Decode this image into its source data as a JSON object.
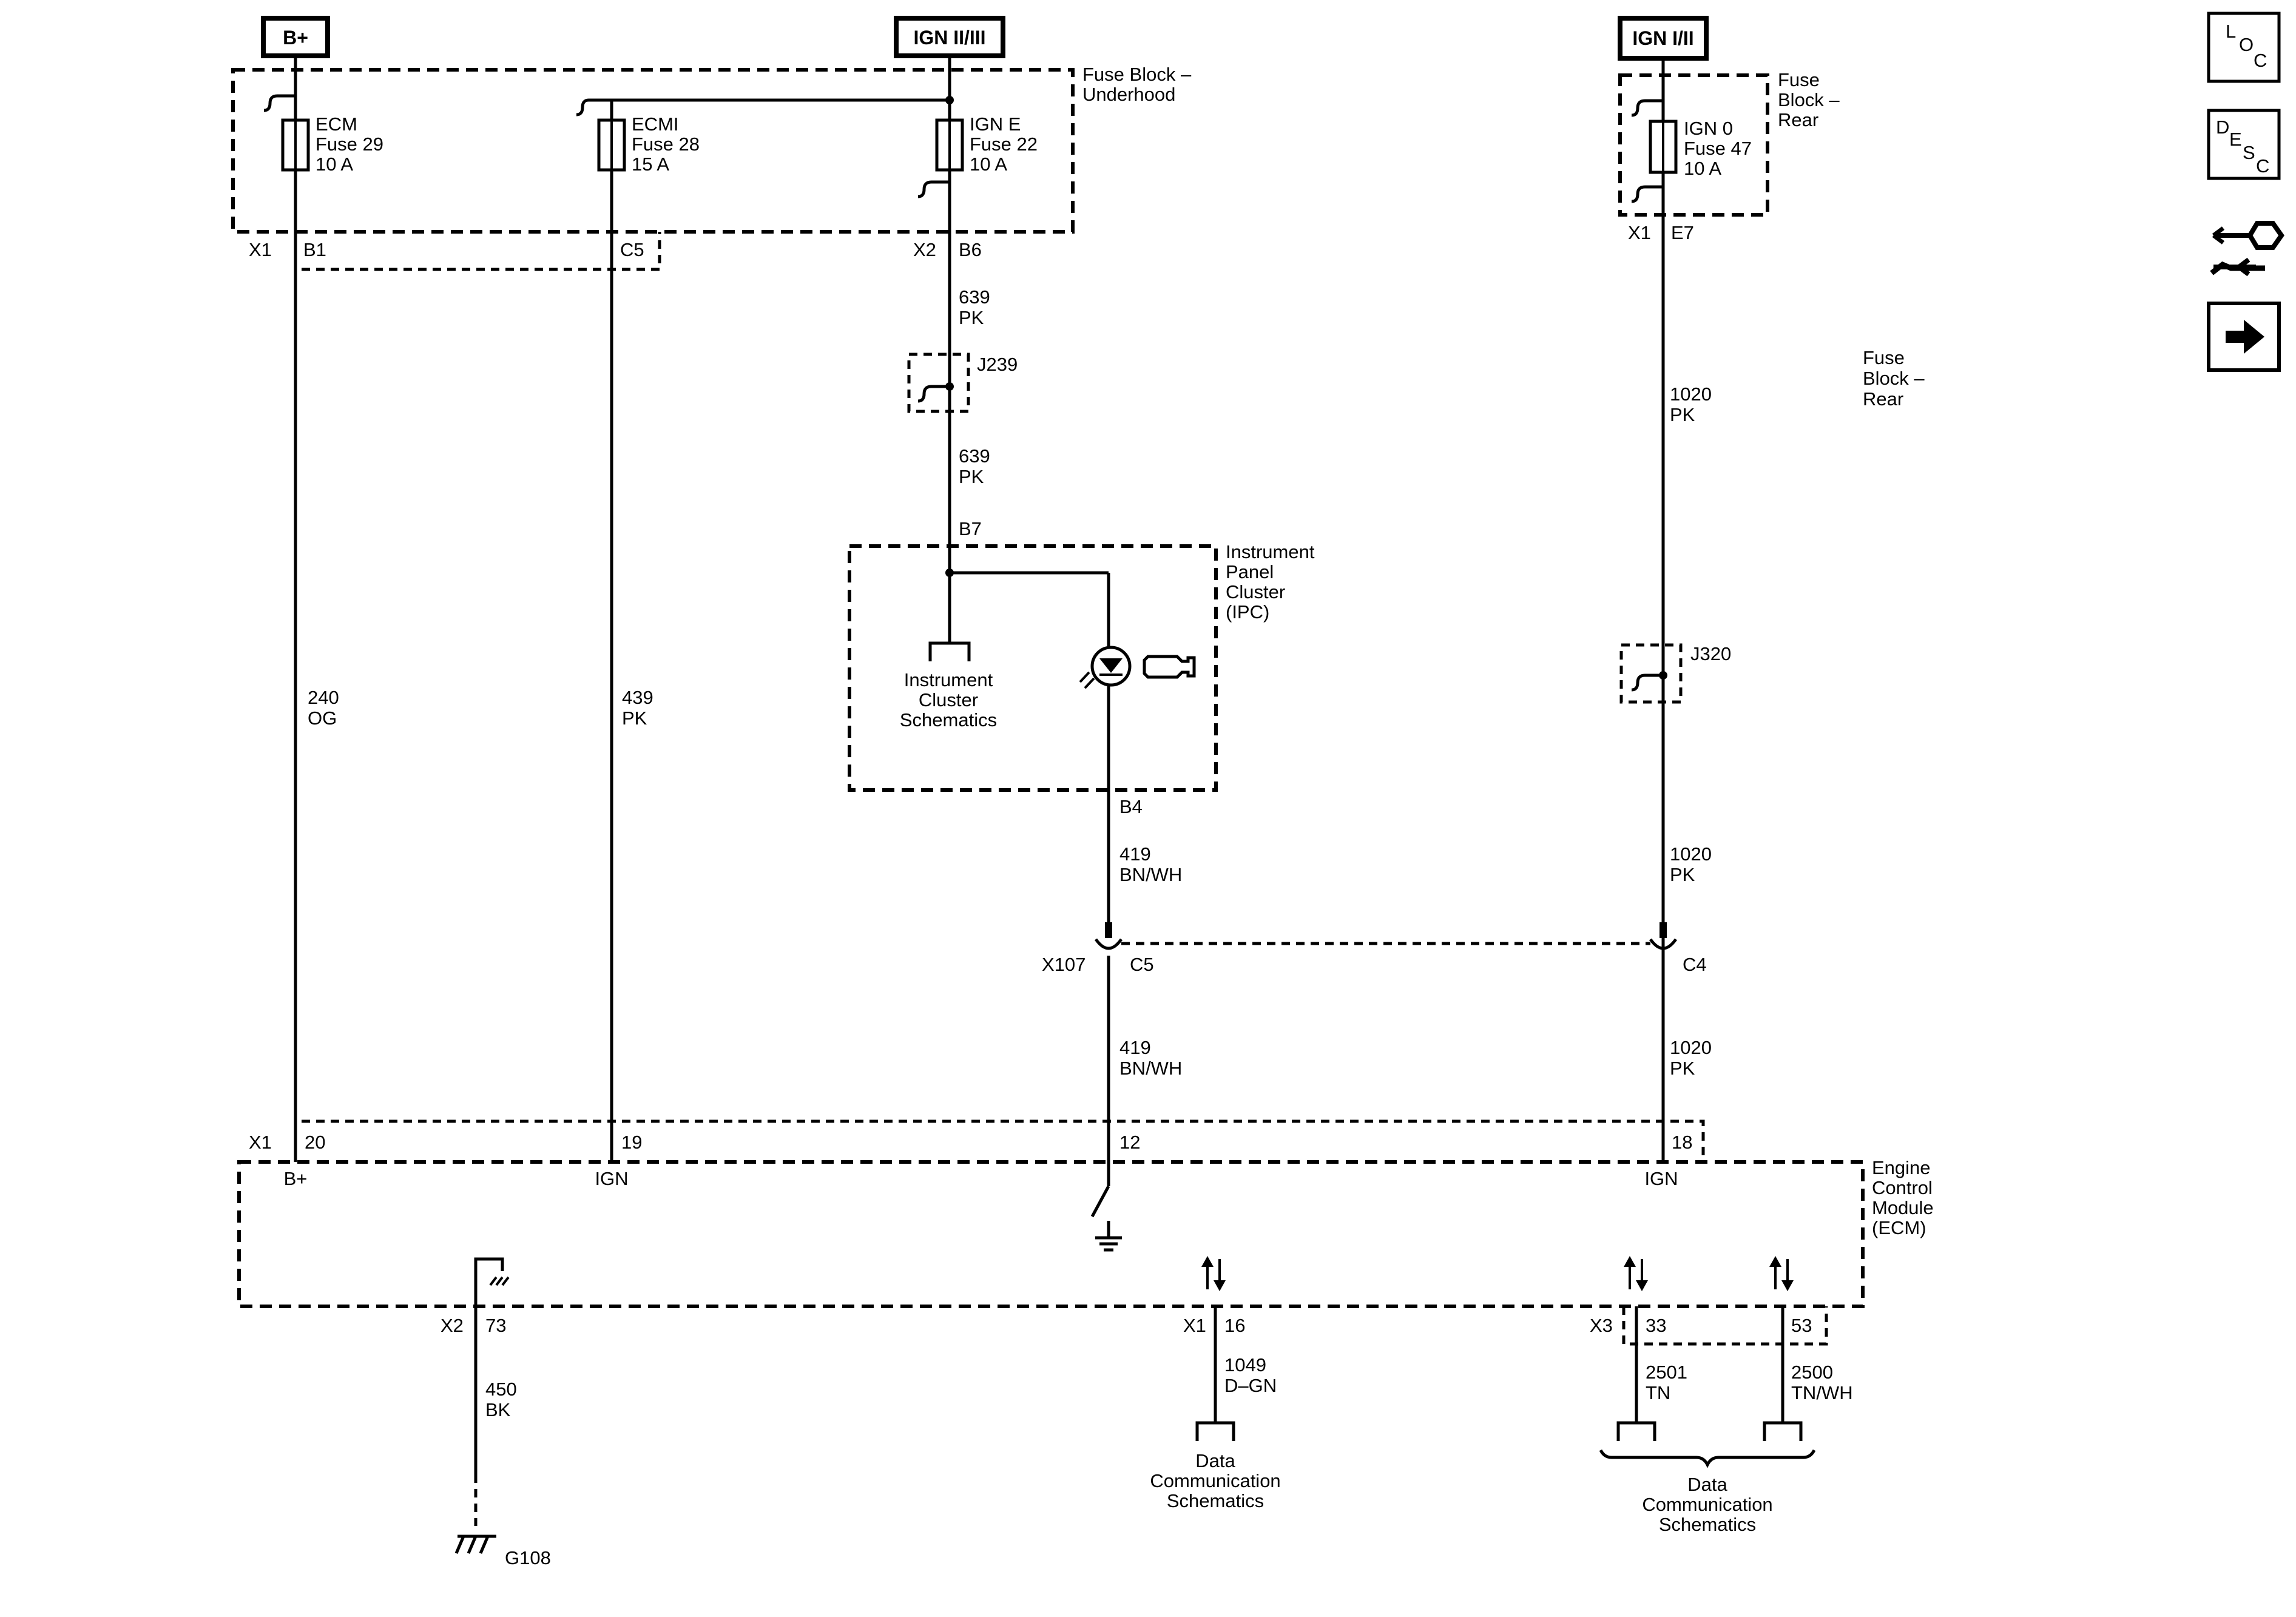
{
  "power_sources": {
    "bplus": "B+",
    "ign23": "IGN II/III",
    "ign12": "IGN I/II"
  },
  "fuse_block_underhood": {
    "title": [
      "Fuse Block –",
      "Underhood"
    ]
  },
  "fuse_block_rear": {
    "title": [
      "Fuse",
      "Block –",
      "Rear"
    ],
    "side_label": [
      "Fuse",
      "Block –",
      "Rear"
    ]
  },
  "fuses": {
    "ecm": [
      "ECM",
      "Fuse 29",
      "10 A"
    ],
    "ecmi": [
      "ECMI",
      "Fuse 28",
      "15 A"
    ],
    "igne": [
      "IGN E",
      "Fuse 22",
      "10 A"
    ],
    "ign0": [
      "IGN 0",
      "Fuse 47",
      "10 A"
    ]
  },
  "connectors": {
    "x1": "X1",
    "b1": "B1",
    "c5": "C5",
    "x2": "X2",
    "b6": "B6",
    "e7": "E7",
    "b7": "B7",
    "b4": "B4",
    "x107": "X107",
    "c5b": "C5",
    "c4": "C4",
    "ecm_x1": "X1",
    "p20": "20",
    "p19": "19",
    "p12": "12",
    "p18": "18",
    "x2b": "X2",
    "p73": "73",
    "x1b": "X1",
    "p16": "16",
    "x3": "X3",
    "p33": "33",
    "p53": "53"
  },
  "wires": {
    "w639a": [
      "639",
      "PK"
    ],
    "w639b": [
      "639",
      "PK"
    ],
    "w240": [
      "240",
      "OG"
    ],
    "w439": [
      "439",
      "PK"
    ],
    "w1020a": [
      "1020",
      "PK"
    ],
    "w1020b": [
      "1020",
      "PK"
    ],
    "w1020c": [
      "1020",
      "PK"
    ],
    "w419a": [
      "419",
      "BN/WH"
    ],
    "w419b": [
      "419",
      "BN/WH"
    ],
    "w450": [
      "450",
      "BK"
    ],
    "w1049": [
      "1049",
      "D–GN"
    ],
    "w2501": [
      "2501",
      "TN"
    ],
    "w2500": [
      "2500",
      "TN/WH"
    ]
  },
  "splices": {
    "j239": "J239",
    "j320": "J320"
  },
  "ipc": {
    "title": [
      "Instrument",
      "Panel",
      "Cluster",
      "(IPC)"
    ],
    "ref": [
      "Instrument",
      "Cluster",
      "Schematics"
    ]
  },
  "ecm": {
    "title": [
      "Engine",
      "Control",
      "Module",
      "(ECM)"
    ],
    "pins": {
      "bplus": "B+",
      "ign1": "IGN",
      "ign2": "IGN"
    }
  },
  "data_comm_a": [
    "Data",
    "Communication",
    "Schematics"
  ],
  "data_comm_b": [
    "Data",
    "Communication",
    "Schematics"
  ],
  "ground": "G108",
  "nav": {
    "loc": {
      "l": "L",
      "o": "O",
      "c": "C"
    },
    "desc": {
      "d": "D",
      "e": "E",
      "s": "S",
      "c": "C"
    },
    "icons": [
      "loc-icon",
      "desc-icon",
      "connector-tool-icon",
      "next-arrow-icon"
    ]
  }
}
